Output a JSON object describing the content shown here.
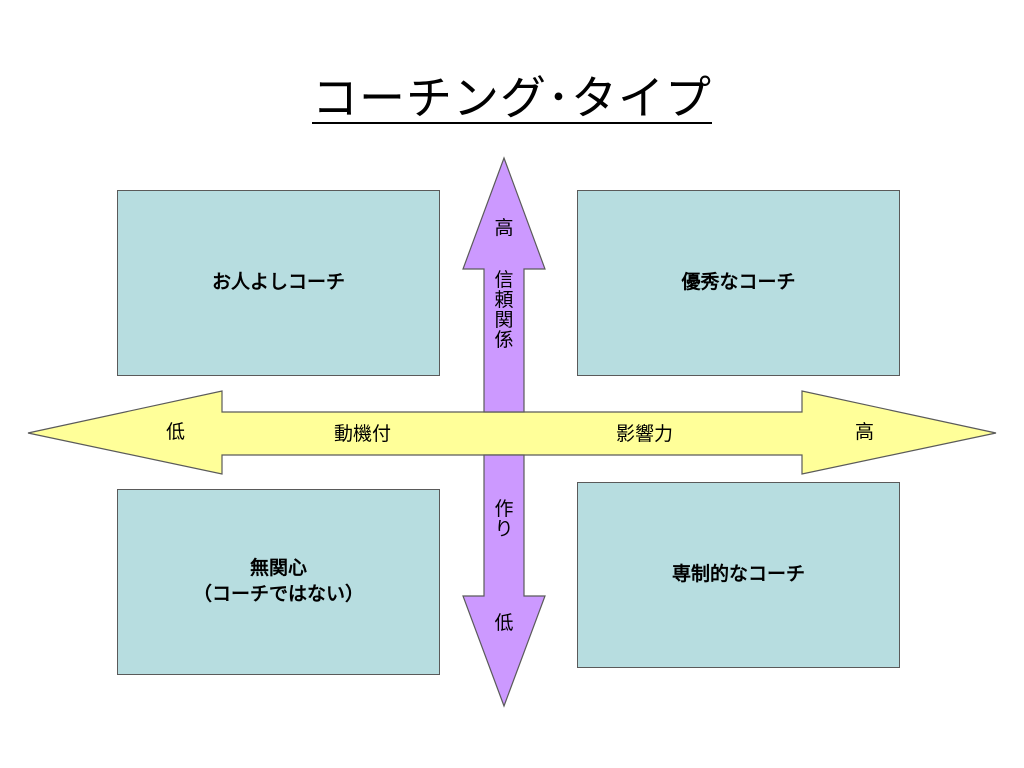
{
  "title": "コーチング･タイプ",
  "quadrants": {
    "top_left": "お人よしコーチ",
    "top_right": "優秀なコーチ",
    "bottom_left": "無関心\n（コーチではない）",
    "bottom_right": "専制的なコーチ"
  },
  "horizontal_axis": {
    "low_label": "低",
    "label_left": "動機付",
    "label_right": "影響力",
    "high_label": "高",
    "color": "#ffff99"
  },
  "vertical_axis": {
    "high_label": "高",
    "label_top": "信\n頼\n関\n係",
    "label_bottom": "作\nり",
    "low_label": "低",
    "color": "#cc99ff"
  },
  "colors": {
    "box_fill": "#b7dde0",
    "outline": "#5a5a5a"
  }
}
